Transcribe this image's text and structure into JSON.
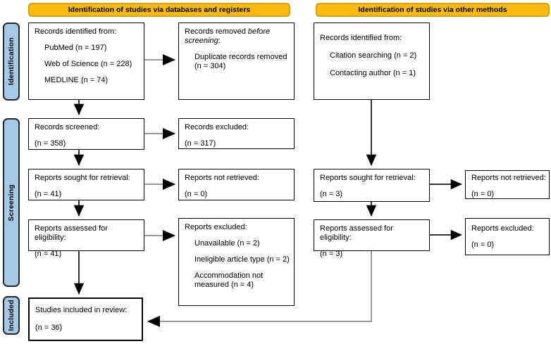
{
  "colors": {
    "banner_fill": "#FBBA12",
    "banner_border": "#D9A00D",
    "stage_fill": "#A6C9E8",
    "stage_border": "#262626"
  },
  "banners": {
    "databases": "Identification of studies via databases and registers",
    "other": "Identification of studies via other methods"
  },
  "stages": {
    "identification": "Identification",
    "screening": "Screening",
    "included": "Included"
  },
  "boxes": {
    "db_identified": {
      "title": "Records identified from:",
      "items": [
        "PubMed (n = 197)",
        "Web of Science (n = 228)",
        "MEDLINE (n = 74)"
      ]
    },
    "records_removed": {
      "prefix": "Records removed ",
      "italic": "before screening",
      "suffix": ":",
      "items": [
        "Duplicate records removed (n = 304)"
      ]
    },
    "records_screened": {
      "lines": [
        "Records screened:",
        "(n = 358)"
      ]
    },
    "records_excluded": {
      "lines": [
        "Records excluded:",
        "(n = 317)"
      ]
    },
    "reports_sought_db": {
      "lines": [
        "Reports sought for retrieval:",
        "(n = 41)"
      ]
    },
    "reports_not_retrieved_db": {
      "lines": [
        "Reports not retrieved:",
        "(n = 0)"
      ]
    },
    "reports_assessed_db": {
      "lines": [
        "Reports assessed for eligibility:",
        "(n = 41)"
      ]
    },
    "reports_excluded_db": {
      "title": "Reports excluded:",
      "items": [
        "Unavailable (n = 2)",
        "Ineligible article type (n = 2)",
        "Accommodation not measured (n = 4)"
      ]
    },
    "studies_included": {
      "lines": [
        "Studies included in review:",
        "(n = 36)"
      ]
    },
    "other_identified": {
      "title": "Records identified from:",
      "items": [
        "Citation searching (n = 2)",
        "Contacting author (n = 1)"
      ]
    },
    "reports_sought_other": {
      "lines": [
        "Reports sought for retrieval:",
        "(n = 3)"
      ]
    },
    "reports_not_retrieved_other": {
      "lines": [
        "Reports not retrieved:",
        "(n = 0)"
      ]
    },
    "reports_assessed_other": {
      "lines": [
        "Reports assessed for eligibility:",
        "(n = 3)"
      ]
    },
    "reports_excluded_other": {
      "lines": [
        "Reports excluded:",
        "(n = 0)"
      ]
    }
  }
}
